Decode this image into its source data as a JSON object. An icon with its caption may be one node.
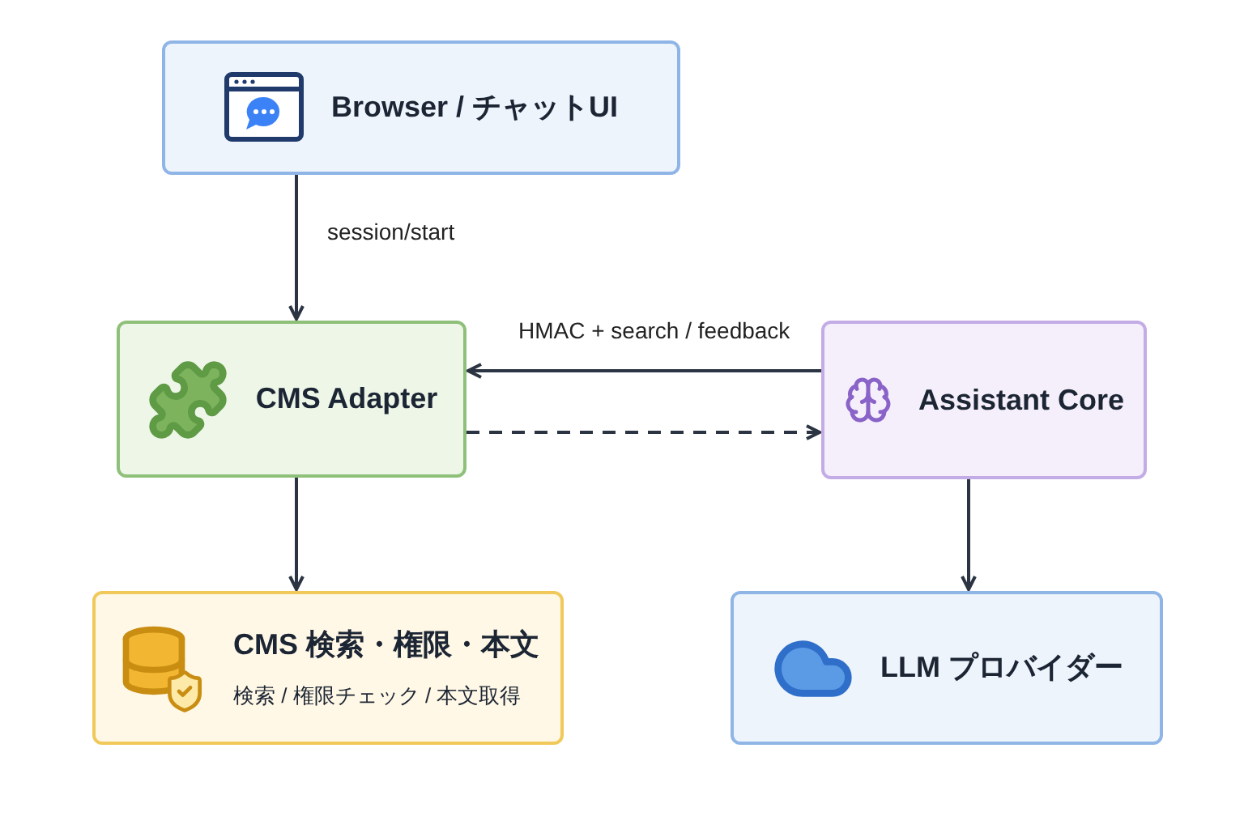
{
  "diagram": {
    "nodes": [
      {
        "text": [
          "Browser / チャットUI"
        ]
      },
      {
        "text": [
          "CMS Adapter"
        ]
      },
      {
        "text": [
          "Assistant Core"
        ]
      },
      {
        "text": [
          "CMS 検索・権限・本文",
          "検索 / 権限チェック / 本文取得"
        ]
      },
      {
        "text": [
          "LLM プロバイダー"
        ]
      }
    ],
    "edges": [
      {
        "from": 0,
        "to": 1,
        "arrow": "to",
        "label": "session/start"
      },
      {
        "from": 2,
        "to": 1,
        "arrow": "to",
        "label": "HMAC + search / feedback"
      },
      {
        "from": 1,
        "to": 2,
        "arrow": "to",
        "style": "dashed"
      },
      {
        "from": 1,
        "to": 3,
        "arrow": "to"
      },
      {
        "from": 2,
        "to": 4,
        "arrow": "to"
      }
    ]
  }
}
